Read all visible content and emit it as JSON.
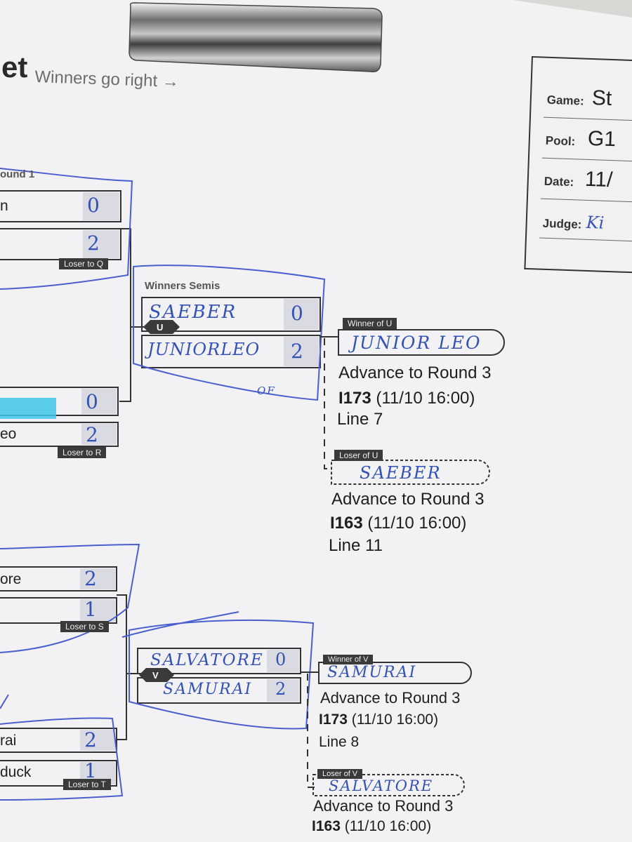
{
  "header": {
    "title_fragment": "et",
    "subtitle": "Winners go right →"
  },
  "info_card": {
    "rows": [
      {
        "label": "Game:",
        "value": "St"
      },
      {
        "label": "Pool:",
        "value": "G1"
      },
      {
        "label": "Date:",
        "value": "11/"
      },
      {
        "label": "Judge:",
        "value": "Ki"
      }
    ]
  },
  "round1_top": {
    "header": "ound 1",
    "rows": [
      {
        "name": "n",
        "score": "0"
      },
      {
        "name": "",
        "score": "2"
      },
      {
        "name": "",
        "score": "0"
      },
      {
        "name": "eo",
        "score": "2"
      }
    ],
    "loser_tags": [
      "Loser to Q",
      "Loser to R"
    ]
  },
  "winners_semis": {
    "title": "Winners Semis",
    "match_letter": "U",
    "players": [
      {
        "name": "SAEBER",
        "score": "0"
      },
      {
        "name": "JUNIORLEO",
        "score": "2"
      }
    ],
    "note": "OF"
  },
  "result_u": {
    "winner_tag": "Winner of U",
    "winner_name": "JUNIOR LEO",
    "winner_advance": "Advance to Round 3",
    "winner_match_id": "I173",
    "winner_match_time": "(11/10 16:00)",
    "winner_line": "Line 7",
    "loser_tag": "Loser of U",
    "loser_name": "SAEBER",
    "loser_advance": "Advance to Round 3",
    "loser_match_id": "I163",
    "loser_match_time": "(11/10 16:00)",
    "loser_line": "Line 11"
  },
  "round1_bottom": {
    "rows": [
      {
        "name": "ore",
        "score": "2"
      },
      {
        "name": "",
        "score": "1"
      },
      {
        "name": "rai",
        "score": "2"
      },
      {
        "name": "duck",
        "score": "1"
      }
    ],
    "loser_tags": [
      "Loser to S",
      "Loser to T"
    ]
  },
  "match_v": {
    "match_letter": "V",
    "players": [
      {
        "name": "SALVATORE",
        "score": "0"
      },
      {
        "name": "SAMURAI",
        "score": "2"
      }
    ]
  },
  "result_v": {
    "winner_tag": "Winner of V",
    "winner_name": "SAMURAI",
    "winner_advance": "Advance to Round 3",
    "winner_match_id": "I173",
    "winner_match_time": "(11/10 16:00)",
    "winner_line": "Line 8",
    "loser_tag": "Loser of V",
    "loser_name": "SALVATORE",
    "loser_advance": "Advance to Round 3",
    "loser_match_id": "I163",
    "loser_match_time": "(11/10 16:00)"
  },
  "colors": {
    "paper": "#f2f2f4",
    "ink_blue": "#3452b5",
    "highlighter": "#3fc6ea",
    "tag_bg": "#3a3a3a"
  }
}
